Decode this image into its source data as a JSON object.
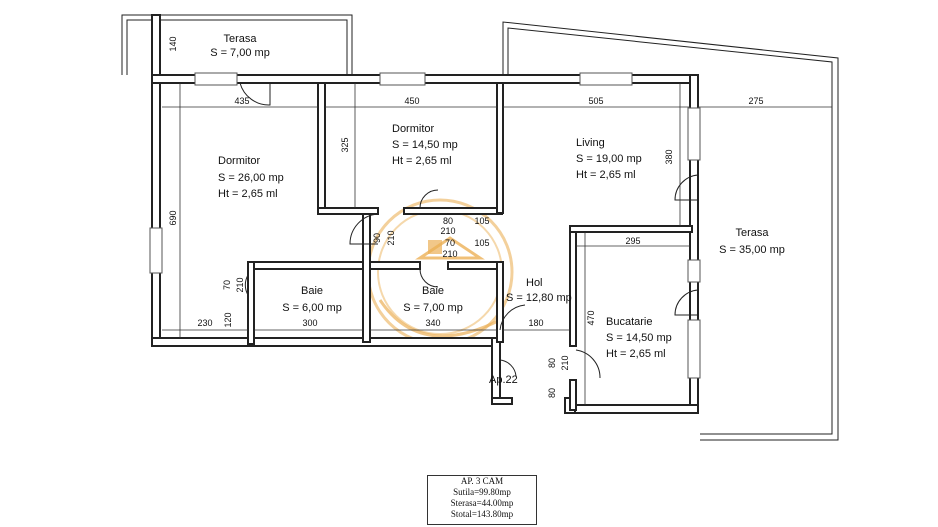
{
  "rooms": {
    "terasa_small": {
      "name": "Terasa",
      "area": "S = 7,00 mp"
    },
    "dormitor_big": {
      "name": "Dormitor",
      "area": "S = 26,00 mp",
      "height": "Ht = 2,65 ml"
    },
    "dormitor_small": {
      "name": "Dormitor",
      "area": "S = 14,50 mp",
      "height": "Ht = 2,65 ml"
    },
    "living": {
      "name": "Living",
      "area": "S = 19,00 mp",
      "height": "Ht = 2,65 ml"
    },
    "terasa_big": {
      "name": "Terasa",
      "area": "S = 35,00 mp"
    },
    "baie_1": {
      "name": "Baie",
      "area": "S = 6,00 mp"
    },
    "baie_2": {
      "name": "Baie",
      "area": "S = 7,00 mp"
    },
    "hol": {
      "name": "Hol",
      "area": "S = 12,80 mp"
    },
    "bucatarie": {
      "name": "Bucatarie",
      "area": "S = 14,50 mp",
      "height": "Ht = 2,65 ml"
    }
  },
  "apartment_label": "Ap.22",
  "dimensions": {
    "d140": "140",
    "d435": "435",
    "d450": "450",
    "d505": "505",
    "d275": "275",
    "d325": "325",
    "d380": "380",
    "d690": "690",
    "d80a": "80",
    "d105a": "105",
    "d210a": "210",
    "d90": "90",
    "d210b": "210",
    "d70a": "70",
    "d105b": "105",
    "d210c": "210",
    "d295": "295",
    "d70b": "70",
    "d210d": "210",
    "d230": "230",
    "d120": "120",
    "d300": "300",
    "d340": "340",
    "d180": "180",
    "d470": "470",
    "d80b": "80",
    "d210e": "210",
    "d80c": "80"
  },
  "legend": {
    "title": "AP. 3 CAM",
    "sutila": "Sutila=99.80mp",
    "sterasa": "Sterasa=44.00mp",
    "stotal": "Stotal=143.80mp"
  },
  "colors": {
    "watermark": "#e8a33a",
    "wall": "#222222"
  }
}
